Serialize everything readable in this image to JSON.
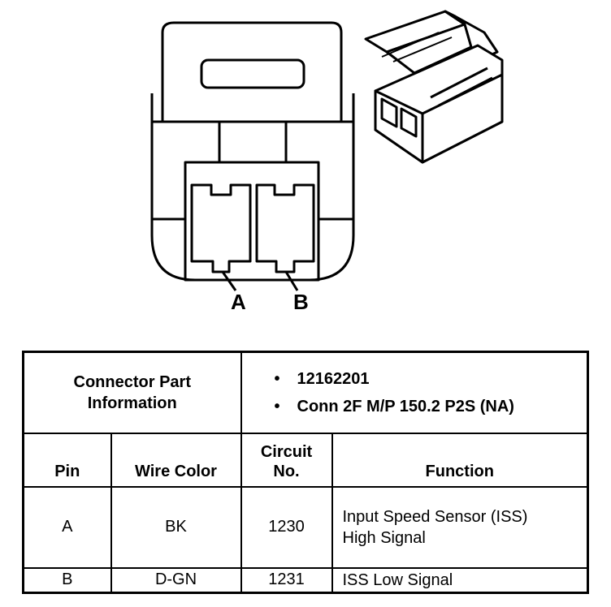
{
  "connector_view": {
    "pin_labels": [
      "A",
      "B"
    ]
  },
  "table": {
    "part_info_label": "Connector Part Information",
    "part_info_items": [
      "12162201",
      "Conn 2F M/P 150.2 P2S (NA)"
    ],
    "headers": {
      "pin": "Pin",
      "wire_color": "Wire Color",
      "circuit_no": "Circuit No.",
      "function": "Function"
    },
    "rows": [
      {
        "pin": "A",
        "wire_color": "BK",
        "circuit": "1230",
        "function": "Input Speed Sensor (ISS) High Signal"
      },
      {
        "pin": "B",
        "wire_color": "D-GN",
        "circuit": "1231",
        "function": "ISS Low Signal"
      }
    ]
  }
}
